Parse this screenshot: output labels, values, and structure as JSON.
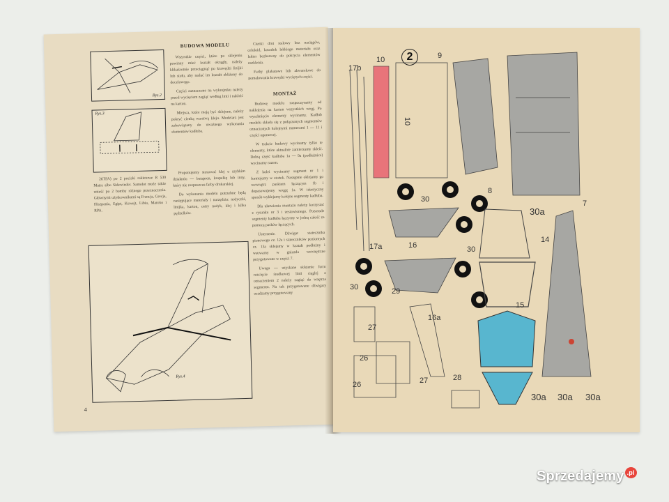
{
  "left_page": {
    "page_number": "4",
    "section_building": {
      "heading": "BUDOWA MODELU",
      "col1": [
        "Wszystkie części, które po sklejeniu powinny mieć kształt okrągły, należy klikakrotnie przeciągnąć po krawędzi linijki lub stołu, aby nadać im kształt zbliżony do docelowego.",
        "Części zaznaczone na wykrojniku należy przed wycięciem zagiąć według linii i nakleić na karton.",
        "Miejsca, które mają być sklejone, należy pokryć cienką warstwą kleju. Modelarz jest zobowiązany do uważnego wykonania elementów kadłuba."
      ],
      "col1b": [
        "Proponujemy stosować klej o szybkim działaniu — butapren, kropelkę lub inny, który nie rozpuszcza farby drukarskiej.",
        "Do wykonania modelu potrzebne będą następujące materiały i narzędzia: nożyczki, linijka, karton, ostry nożyk, klej i kilka pędzelków."
      ],
      "col2": [
        "Cienki drut stalowy bez naciągów, celuloid, kawałek lekkiego materiału oraz lakier bezbarwny do pokrycia elementów oszklenia.",
        "Farby plakatowe lub akwarelowe do pomalowania krawędzi wyciętych części."
      ]
    },
    "section_assembly": {
      "heading": "MONTAŻ",
      "col2": [
        "Budowę modelu rozpoczynamy od naklejenia na karton wszystkich wręg. Po wyschnięciu elementy wycinamy. Kadłub modelu składa się z połączonych segmentów oznaczonych kolejnymi numerami 1 — 11 i części ogonowej.",
        "W trakcie budowy wycinamy tylko te elementy, które aktualnie zamierzamy skleić. Dolną część kadłuba 1a — 9a (podłużnice) wycinamy razem.",
        "Z kolei wycinamy segment nr 1 i formujemy w stożek. Następnie oklejamy go wewnątrz paskiem łączącym 1b i dopasowujemy wręgę 1a. W identyczny sposób wyklejamy kolejne segmenty kadłuba.",
        "Dla ułatwienia montażu należy korzystać z rysunku nr 3 i zestawionego. Pozostałe segmenty kadłuba łączymy w jedną całość za pomocą pasków łączących.",
        "Usterzenie. Dźwigar statecznika pionowego cz. 12a i stateczników poziomych cz. 13a sklejamy w kształt podłużny i wsuwamy w gniazda wewnętrzne przygotowane w części 7.",
        "Uwaga — uzyskane sklejenie form rozcięcie środkowej linii ciągłej z oznaczeniem 2 należy zagiąć do wnętrza segmentu. Na tak przygotowane dźwigary osadzamy przygotowany"
      ]
    },
    "text_mid": "26TFA) po 2 pociski rakietowe R 530 Matra albo Sidewinder. Samolot może także unieść po 2 bomby różnego przeznaczenia. Głównymi użytkownikami są Francja, Grecja, Hiszpania, Egipt, Kuwejt, Libia, Maroko i RPA.",
    "figures": {
      "rys2": "Rys.2",
      "rys3": "Rys.3",
      "rys4": "Rys.4"
    }
  },
  "right_page": {
    "sheet_number": "2",
    "part_labels": [
      "17b",
      "10",
      "9",
      "10",
      "8",
      "7",
      "30",
      "30",
      "16",
      "17a",
      "30a",
      "14",
      "30",
      "29",
      "27",
      "16a",
      "15",
      "26",
      "26",
      "27",
      "28",
      "30a",
      "30a",
      "30a"
    ]
  },
  "watermark": {
    "text": "Sprzedajemy",
    "suffix": ".pl"
  },
  "colors": {
    "page_left": "#e8dcc2",
    "page_right": "#e9d9b8",
    "part_gray": "#a7a7a3",
    "part_red": "#e8747a",
    "part_blue": "#58b6cf"
  }
}
